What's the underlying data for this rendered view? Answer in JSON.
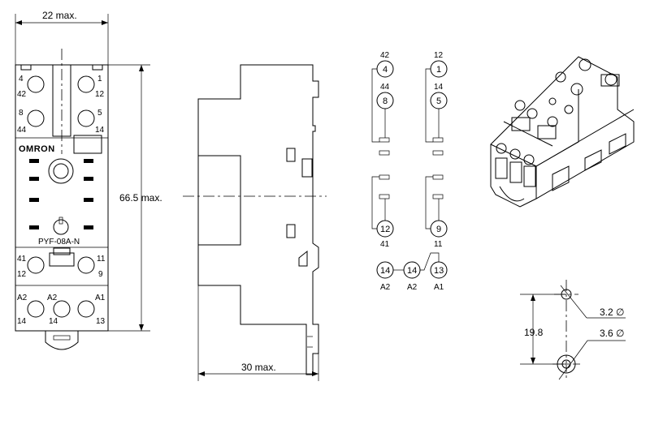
{
  "dimensions": {
    "width": "22  max.",
    "height": "66.5 max.",
    "depth": "30  max.",
    "pitch": "19.8",
    "hole_small": "3.2 ∅",
    "hole_large": "3.6 ∅"
  },
  "front_view": {
    "brand": "OMRON",
    "model": "PYF-08A-N",
    "terminal_labels": {
      "t4": "4",
      "t1": "1",
      "t42": "42",
      "t12": "12",
      "t8": "8",
      "t5": "5",
      "t44": "44",
      "t14": "14",
      "t41": "41",
      "t11": "11",
      "t12b": "12",
      "t9": "9",
      "a2_left": "A2",
      "a2_mid": "A2",
      "a1": "A1",
      "b14_left": "14",
      "b14_mid": "14",
      "b13": "13"
    }
  },
  "circuit": {
    "top_left": {
      "upper": "42",
      "pin": "4",
      "lower": "44",
      "pin2": "8"
    },
    "top_right": {
      "upper": "12",
      "pin": "1",
      "lower": "14",
      "pin2": "5"
    },
    "bottom_left": {
      "pin": "12",
      "lower": "41"
    },
    "bottom_right": {
      "pin": "9",
      "lower": "11"
    },
    "coil": [
      {
        "pin": "14",
        "label": "A2"
      },
      {
        "pin": "14",
        "label": "A2"
      },
      {
        "pin": "13",
        "label": "A1"
      }
    ]
  }
}
